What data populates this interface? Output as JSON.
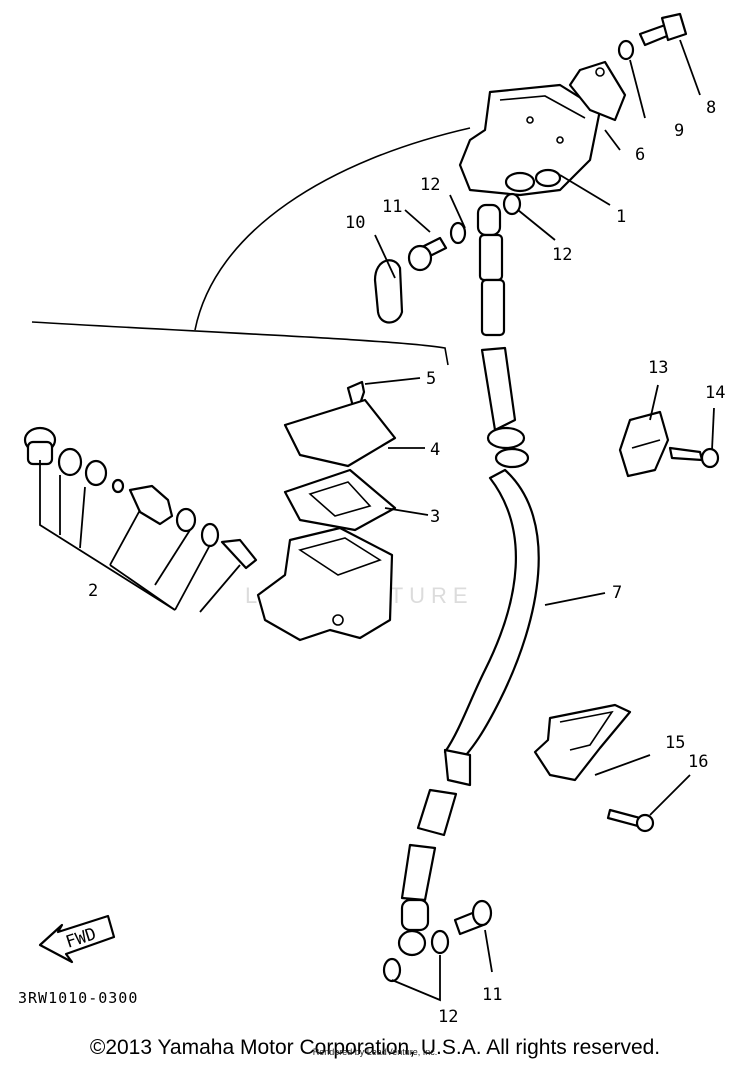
{
  "callouts": {
    "c1": "1",
    "c2": "2",
    "c3": "3",
    "c4": "4",
    "c5": "5",
    "c6": "6",
    "c7": "7",
    "c8": "8",
    "c9": "9",
    "c10": "10",
    "c11a": "11",
    "c11b": "11",
    "c12a": "12",
    "c12b": "12",
    "c12c": "12",
    "c13": "13",
    "c14": "14",
    "c15": "15",
    "c16": "16"
  },
  "fwd_label": "FWD",
  "diagram_code": "3RW1010-0300",
  "watermark": "LEADVENTURE",
  "copyright": "©2013 Yamaha Motor Corporation, U.S.A. All rights reserved.",
  "rendered_by": "Rendered by LeadVenture, Inc."
}
